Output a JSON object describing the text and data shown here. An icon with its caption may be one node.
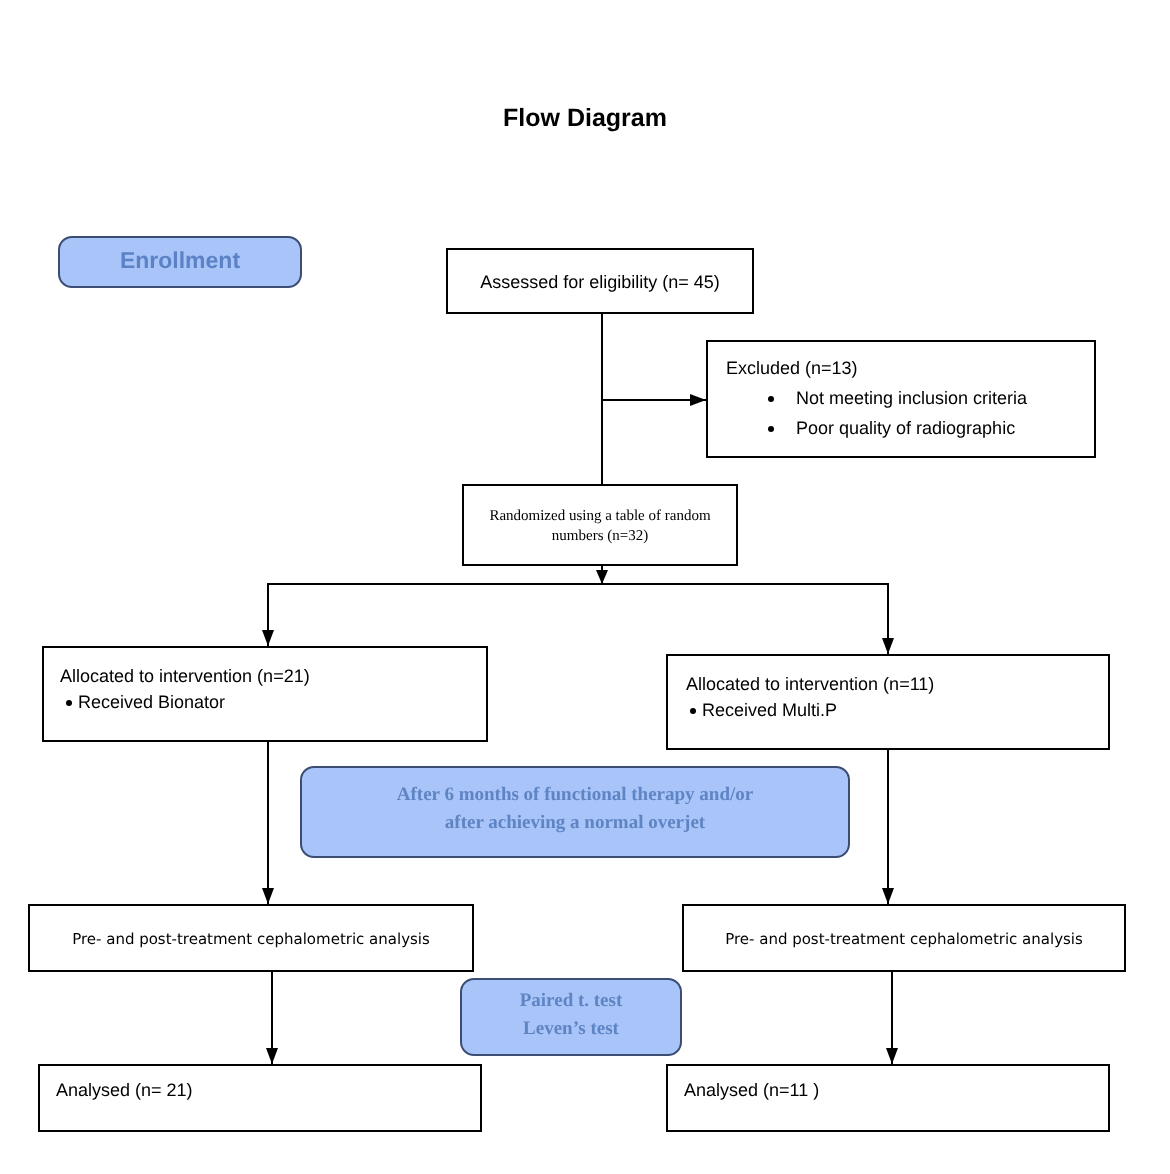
{
  "diagram": {
    "title": "Flow Diagram",
    "nodes": [
      {
        "text": [
          "Enrollment"
        ]
      },
      {
        "text": [
          "Assessed for eligibility (n= 45)"
        ]
      },
      {
        "text": [
          "Excluded (n=13)",
          "Not meeting inclusion criteria",
          "Poor quality of radiographic"
        ]
      },
      {
        "text": [
          "Randomized using a table of random numbers (n=32)"
        ]
      },
      {
        "text": [
          "Allocated to intervention (n=21)",
          "Received Bionator"
        ]
      },
      {
        "text": [
          "Allocated to intervention (n=11)",
          "Received Multi.P"
        ]
      },
      {
        "text": [
          "After 6 months of functional therapy and/or after achieving a normal overjet"
        ]
      },
      {
        "text": [
          "Pre- and post-treatment cephalometric analysis"
        ]
      },
      {
        "text": [
          "Pre- and post-treatment cephalometric analysis"
        ]
      },
      {
        "text": [
          "Paired t. test",
          "Leven’s test"
        ]
      },
      {
        "text": [
          "Analysed  (n= 21)"
        ]
      },
      {
        "text": [
          "Analysed  (n=11 )"
        ]
      }
    ],
    "edges": [
      {
        "from": 1,
        "to": 2,
        "arrow": "to"
      },
      {
        "from": 1,
        "to": 3,
        "arrow": "none"
      },
      {
        "from": 3,
        "to": 4,
        "arrow": "to"
      },
      {
        "from": 3,
        "to": 5,
        "arrow": "to"
      },
      {
        "from": 4,
        "to": 7,
        "arrow": "to"
      },
      {
        "from": 5,
        "to": 8,
        "arrow": "to"
      },
      {
        "from": 7,
        "to": 10,
        "arrow": "to"
      },
      {
        "from": 8,
        "to": 11,
        "arrow": "to"
      }
    ]
  }
}
